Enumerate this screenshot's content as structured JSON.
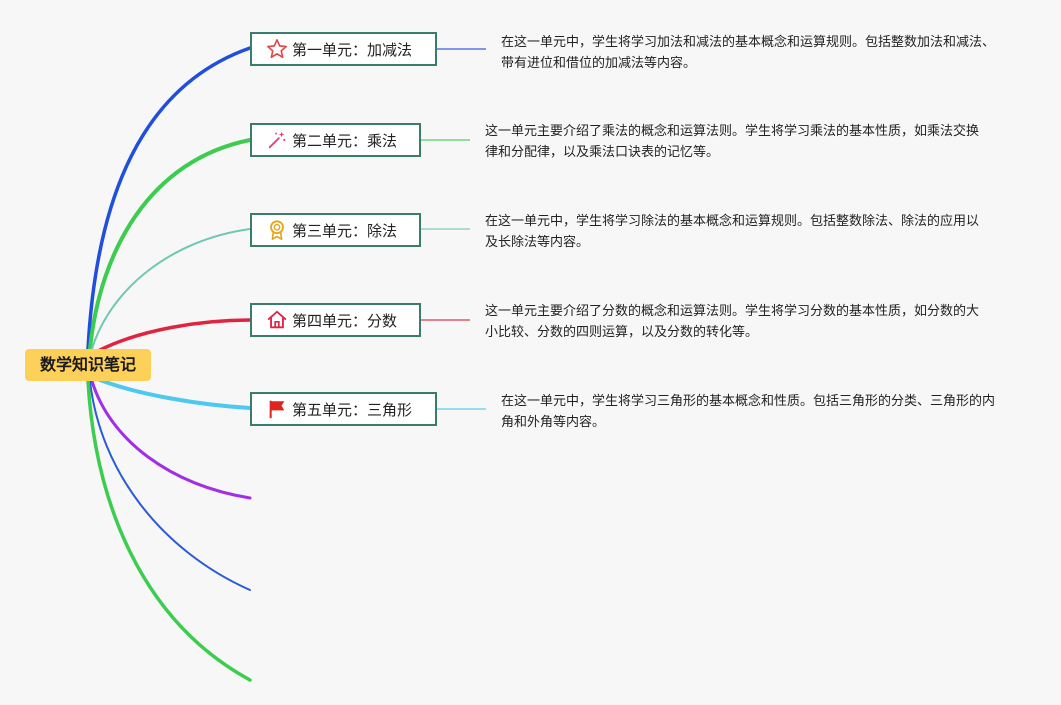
{
  "root": {
    "label": "数学知识笔记",
    "color": "#fdd05a"
  },
  "units": [
    {
      "title": "第一单元：加减法",
      "icon": "star-icon",
      "branch_color": "#1f4fdc",
      "note": "在这一单元中，学生将学习加法和减法的基本概念和运算规则。包括整数加法和减法、带有进位和借位的加减法等内容。"
    },
    {
      "title": "第二单元：乘法",
      "icon": "magic-wand-icon",
      "branch_color": "#3ccc4f",
      "note": "这一单元主要介绍了乘法的概念和运算法则。学生将学习乘法的基本性质，如乘法交换律和分配律，以及乘法口诀表的记忆等。"
    },
    {
      "title": "第三单元：除法",
      "icon": "award-medal-icon",
      "branch_color": "#6fc8b2",
      "note": "在这一单元中，学生将学习除法的基本概念和运算规则。包括整数除法、除法的应用以及长除法等内容。"
    },
    {
      "title": "第四单元：分数",
      "icon": "home-icon",
      "branch_color": "#e0233f",
      "note": "这一单元主要介绍了分数的概念和运算法则。学生将学习分数的基本性质，如分数的大小比较、分数的四则运算，以及分数的转化等。"
    },
    {
      "title": "第五单元：三角形",
      "icon": "red-flag-icon",
      "branch_color": "#4fc8f0",
      "note": "在这一单元中，学生将学习三角形的基本概念和性质。包括三角形的分类、三角形的内角和外角等内容。"
    }
  ],
  "empty_branch_colors": [
    "#a22ee6",
    "#2a5bd7",
    "#3ccc4f"
  ]
}
